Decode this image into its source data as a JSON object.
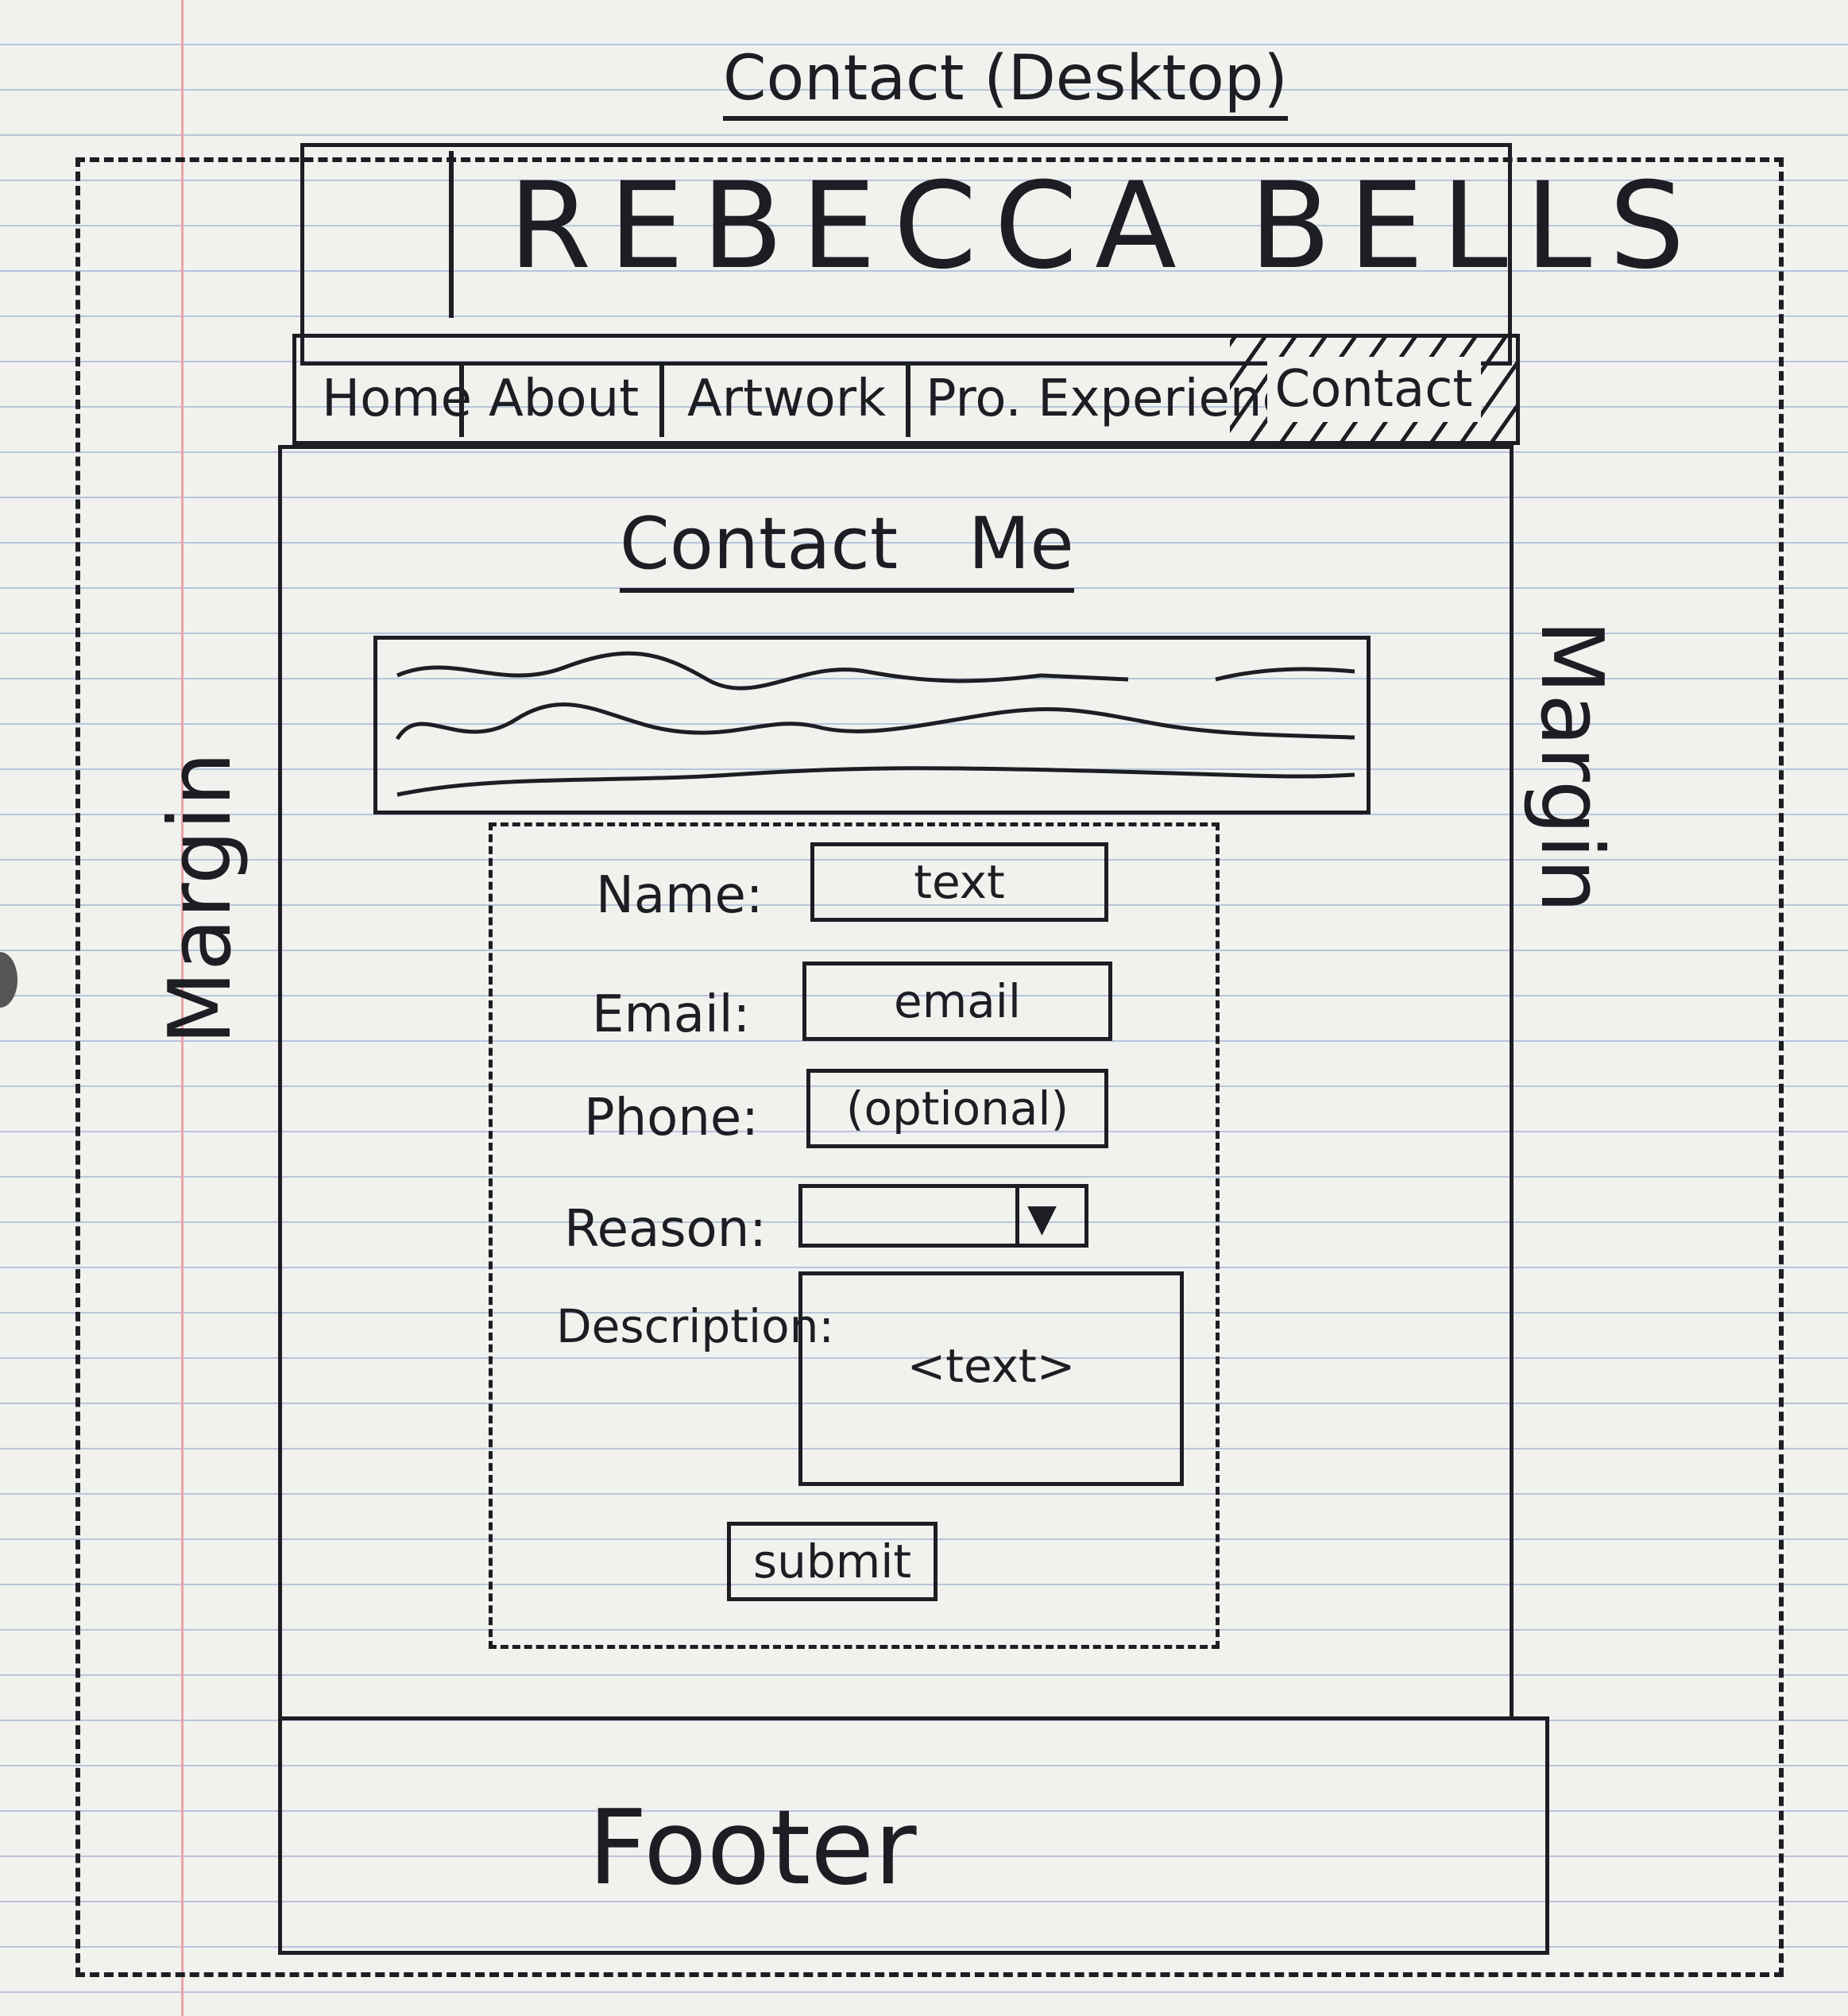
{
  "sketch": {
    "page_title": "Contact (Desktop)",
    "brand": "REBECCA BELLS",
    "nav": [
      "Home",
      "About",
      "Artwork",
      "Pro. Experience",
      "Contact"
    ],
    "heading": "Contact Me",
    "form": {
      "name_label": "Name:",
      "name_value": "text",
      "email_label": "Email:",
      "email_value": "email",
      "phone_label": "Phone:",
      "phone_value": "(optional)",
      "reason_label": "Reason:",
      "reason_arrow": "▼",
      "description_label": "Description:",
      "description_value": "<text>",
      "submit_label": "submit"
    },
    "margin_label": "Margin",
    "footer_label": "Footer"
  }
}
